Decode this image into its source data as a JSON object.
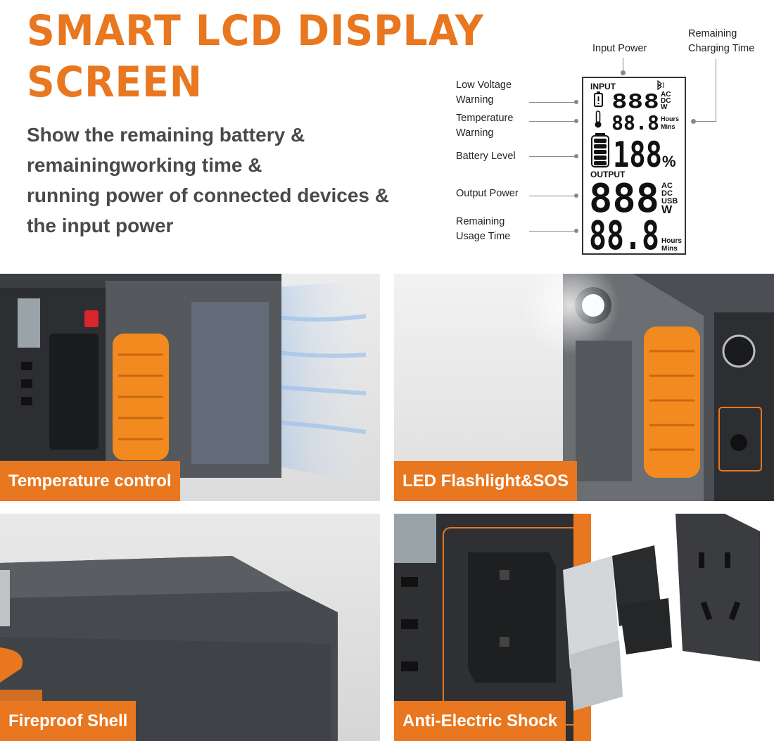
{
  "header": {
    "title_line1": "SMART LCD DISPLAY",
    "title_line2": "SCREEN",
    "subtitle_lines": [
      "Show the remaining battery &",
      "remainingworking time &",
      "running power of connected devices &",
      "the input power"
    ]
  },
  "lcd": {
    "input_label": "INPUT",
    "input_digits": "888",
    "input_units": [
      "AC",
      "DC",
      "W"
    ],
    "time_digits": "88.8",
    "time_units": [
      "Hours",
      "Mins"
    ],
    "battery_digits": "188",
    "battery_unit": "%",
    "output_label": "OUTPUT",
    "output_digits": "888",
    "output_units": [
      "AC",
      "DC",
      "USB",
      "W"
    ],
    "remaining_digits": "88.8",
    "remaining_units": [
      "Hours",
      "Mins"
    ]
  },
  "callouts": {
    "input_power": "Input Power",
    "remaining_charging_line1": "Remaining",
    "remaining_charging_line2": "Charging Time",
    "low_voltage_line1": "Low Voltage",
    "low_voltage_line2": "Warning",
    "temperature_line1": "Temperature",
    "temperature_line2": "Warning",
    "battery_level": "Battery Level",
    "output_power": "Output Power",
    "remaining_usage_line1": "Remaining",
    "remaining_usage_line2": "Usage Time"
  },
  "panels": [
    {
      "label": "Temperature control"
    },
    {
      "label": "LED Flashlight&SOS"
    },
    {
      "label": "Fireproof Shell"
    },
    {
      "label": "Anti-Electric Shock"
    }
  ],
  "colors": {
    "accent": "#e8771f",
    "subtitle": "#4a4a4a",
    "device_dark": "#3a3d40"
  }
}
